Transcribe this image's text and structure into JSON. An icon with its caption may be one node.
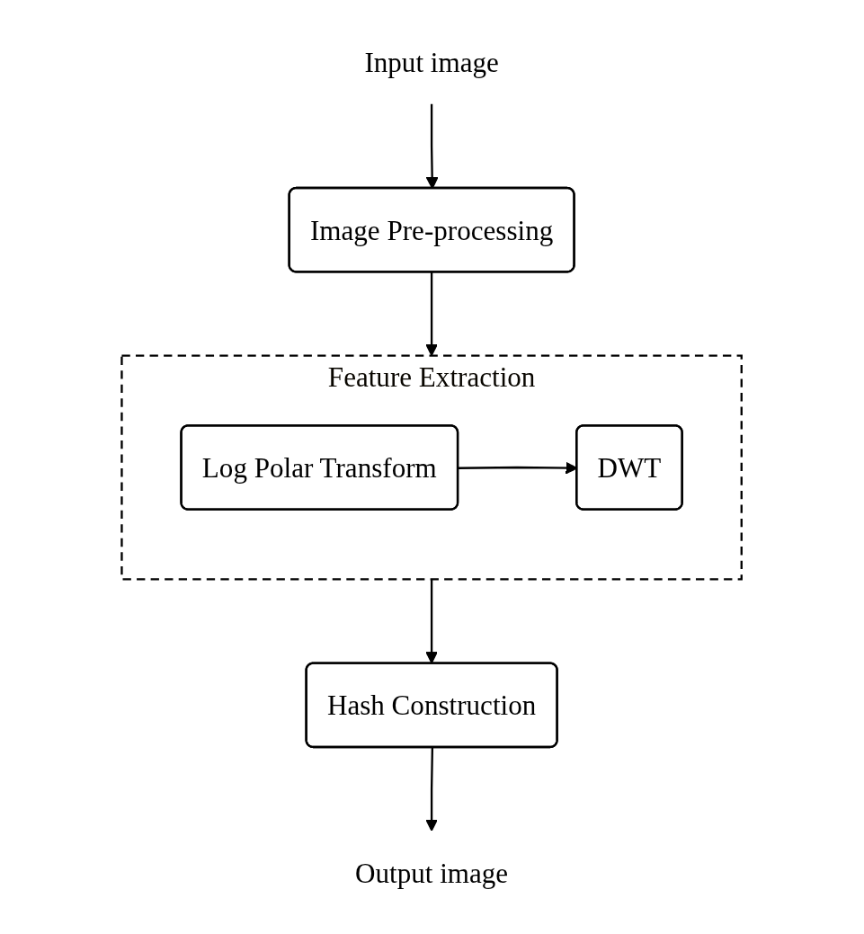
{
  "diagram": {
    "nodes": [
      {
        "text": [
          "Input image"
        ]
      },
      {
        "text": [
          "Image Pre-processing"
        ]
      },
      {
        "text": [
          "Feature Extraction"
        ]
      },
      {
        "text": [
          "Log Polar Transform"
        ],
        "in": 2
      },
      {
        "text": [
          "DWT"
        ],
        "in": 2
      },
      {
        "text": [
          "Hash Construction"
        ]
      },
      {
        "text": [
          "Output image"
        ]
      }
    ],
    "edges": [
      {
        "from": 0,
        "to": 1,
        "arrow": "to"
      },
      {
        "from": 1,
        "to": 2,
        "arrow": "to"
      },
      {
        "from": 3,
        "to": 4,
        "arrow": "to"
      },
      {
        "from": 2,
        "to": 5,
        "arrow": "to"
      },
      {
        "from": 5,
        "to": 6,
        "arrow": "to"
      }
    ]
  }
}
